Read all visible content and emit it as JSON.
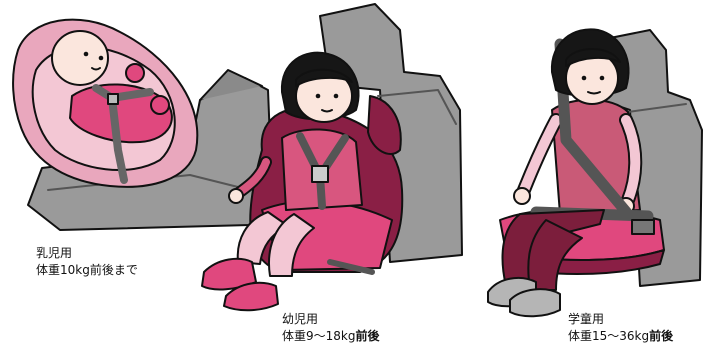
{
  "captions": {
    "infant": {
      "title": "乳児用",
      "weight": "体重10kg前後まで"
    },
    "toddler": {
      "title": "幼児用",
      "weight_prefix": "体重9～18kg",
      "weight_suffix": "前後"
    },
    "school": {
      "title": "学童用",
      "weight_prefix": "体重15～36kg",
      "weight_suffix": "前後"
    }
  },
  "colors": {
    "outline": "#111111",
    "seat_gray": "#9a9a9a",
    "seat_dark": "#6e6e6e",
    "infant_pink": "#e9a7bd",
    "magenta": "#e0487e",
    "maroon": "#8a1f45",
    "pink_light": "#f3c7d4",
    "skin": "#fbe6dd",
    "hair": "#161616",
    "toddler_shirt": "#d8567f",
    "school_vest": "#c95a77",
    "school_pants": "#7c1e3c"
  }
}
